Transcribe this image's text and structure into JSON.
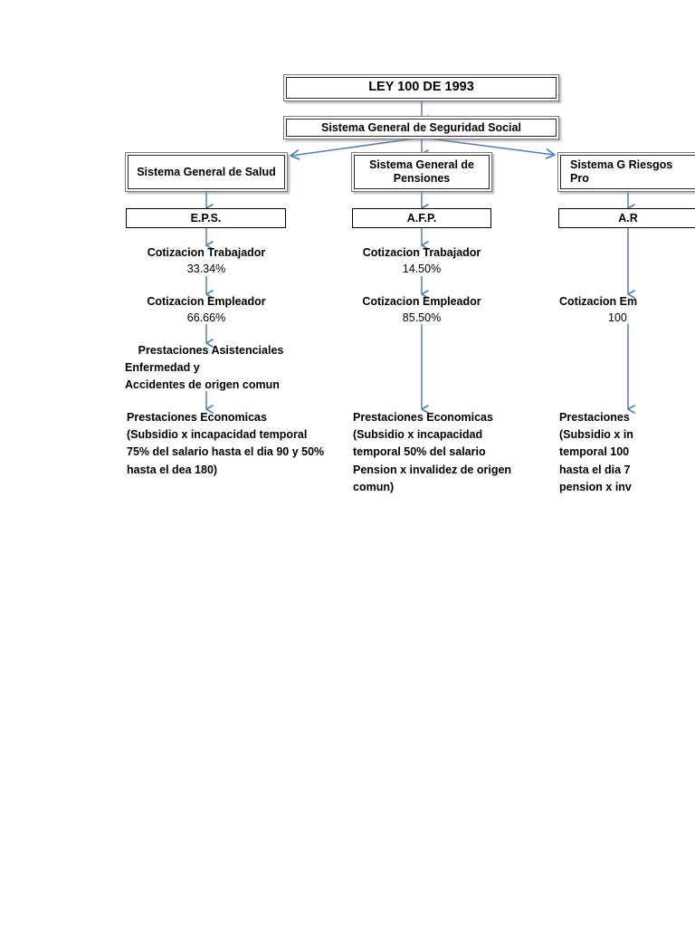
{
  "document": {
    "title": "LEY 100 DE 1993",
    "type": "organigrama",
    "language": "es",
    "page_background": "#ffffff",
    "connector_color": "#4f81bd",
    "box_border_color": "#262626",
    "box_frame_color": "#7b7b7b",
    "text_color": "#000000"
  },
  "root": {
    "label": "LEY 100 DE 1993"
  },
  "subroot": {
    "label": "Sistema General de Seguridad Social"
  },
  "columns": [
    {
      "id": "salud",
      "system_label": "Sistema General de Salud",
      "entity_label": "E.P.S.",
      "contributions": [
        {
          "label": "Cotizacion Trabajador",
          "value": "33.34%"
        },
        {
          "label": "Cotizacion Empleador",
          "value": "66.66%"
        }
      ],
      "benefits": [
        {
          "heading": "Prestaciones Asistenciales",
          "lines": [
            "Enfermedad y",
            "Accidentes de origen comun"
          ]
        },
        {
          "heading": "Prestaciones Economicas",
          "lines": [
            "(Subsidio x incapacidad temporal",
            "75% del salario hasta el dia 90 y 50%",
            "hasta el dea 180)"
          ]
        }
      ]
    },
    {
      "id": "pensiones",
      "system_label": "Sistema General de\nPensiones",
      "entity_label": "A.F.P.",
      "contributions": [
        {
          "label": "Cotizacion Trabajador",
          "value": "14.50%"
        },
        {
          "label": "Cotizacion Empleador",
          "value": "85.50%"
        }
      ],
      "benefits": [
        {
          "heading": "Prestaciones Economicas",
          "lines": [
            "(Subsidio x incapacidad",
            "temporal 50% del salario",
            "Pension x invalidez de origen",
            "comun)"
          ]
        }
      ]
    },
    {
      "id": "riesgos",
      "system_label": "Sistema G\nRiesgos Pro",
      "entity_label": "A.R",
      "contributions": [
        {
          "label": "Cotizacion Em",
          "value": "100"
        }
      ],
      "benefits": [
        {
          "heading": "Prestaciones",
          "lines": [
            "(Subsidio x in",
            "temporal 100",
            "hasta el dia 7",
            "pension x inv"
          ]
        }
      ],
      "clipped": true
    }
  ]
}
